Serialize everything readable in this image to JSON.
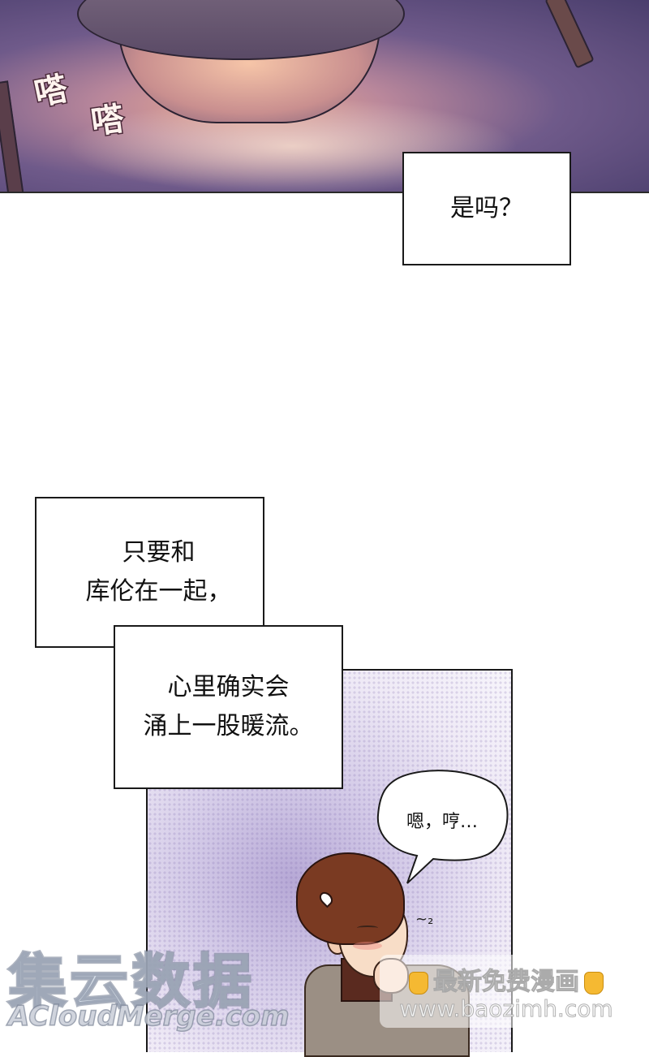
{
  "top_panel": {
    "sfx": [
      "嗒",
      "嗒"
    ]
  },
  "captions": {
    "box1": "是吗？",
    "box2_lines": [
      "只要和",
      "库伦在一起，"
    ],
    "box3_lines": [
      "心里确实会",
      "涌上一股暖流。"
    ]
  },
  "speech_bubble": {
    "text": "嗯，哼…"
  },
  "watermarks": {
    "left_big": "集云数据",
    "left_small": "ACloudMerge.com",
    "right_title": "最新免费漫画",
    "right_url": "www.baozimh.com"
  },
  "colors": {
    "top_panel_purple": "#4a3e6d",
    "hair_brown": "#7a3a22",
    "bottom_panel_lavender": "#b7a9d6"
  }
}
